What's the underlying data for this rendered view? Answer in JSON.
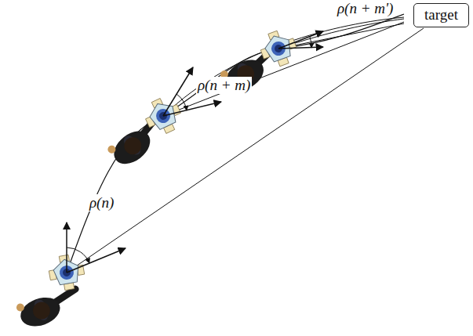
{
  "diagram": {
    "nodes": [
      {
        "text": [
          "target"
        ]
      }
    ],
    "labels": [
      "ρ(n + m')",
      "ρ(n + m)",
      "ρ(n)"
    ]
  }
}
